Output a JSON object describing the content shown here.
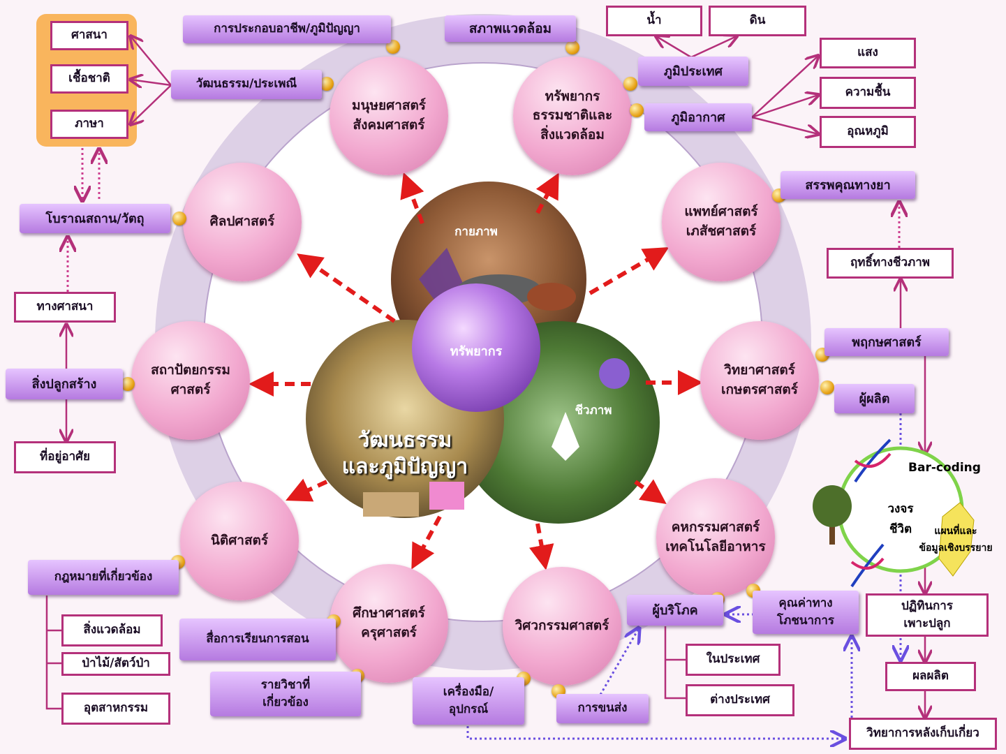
{
  "center": {
    "core": "ทรัพยากร",
    "physical": "กายภาพ",
    "biological": "ชีวภาพ",
    "culture": "วัฒนธรรม\nและภูมิปัญญา"
  },
  "disciplines": {
    "humanities": "มนุษยศาสตร์\nสังคมศาสตร์",
    "natural_resources": "ทรัพยากร\nธรรมชาติและ\nสิ่งแวดล้อม",
    "medicine": "แพทย์ศาสตร์\nเภสัชศาสตร์",
    "agriculture": "วิทยาศาสตร์\nเกษตรศาสตร์",
    "home_economics": "คหกรรมศาสตร์\nเทคโนโลยีอาหาร",
    "engineering": "วิศวกรรมศาสตร์",
    "education": "ศึกษาศาสตร์\nครุศาสตร์",
    "law": "นิติศาสตร์",
    "architecture": "สถาปัตยกรรม\nศาสตร์",
    "fine_arts": "ศิลปศาสตร์"
  },
  "top": {
    "occupation": "การประกอบอาชีพ/ภูมิปัญญา",
    "environment": "สภาพแวดล้อม"
  },
  "culture_group": {
    "tradition": "วัฒนธรรม/ประเพณี",
    "religion": "ศาสนา",
    "ethnicity": "เชื้อชาติ",
    "language": "ภาษา"
  },
  "left_side": {
    "archaeology": "โบราณสถาน/วัตถุ",
    "religious": "ทางศาสนา",
    "construction": "สิ่งปลูกสร้าง",
    "residence": "ที่อยู่อาศัย"
  },
  "geography": {
    "geography": "ภูมิประเทศ",
    "water": "น้ำ",
    "soil": "ดิน",
    "climate": "ภูมิอากาศ",
    "light": "แสง",
    "humidity": "ความชื้น",
    "temperature": "อุณหภูมิ"
  },
  "right_side": {
    "medicinal": "สรรพคุณทางยา",
    "bioactivity": "ฤทธิ์ทางชีวภาพ",
    "botany": "พฤกษศาสตร์",
    "producer": "ผู้ผลิต",
    "barcoding": "Bar-coding",
    "life_cycle": "วงจร\nชีวิต",
    "map": "แผนที่และ\nข้อมูลเชิงบรรยาย",
    "calendar": "ปฏิทินการ\nเพาะปลูก",
    "product": "ผลผลิต",
    "postharvest": "วิทยาการหลังเก็บเกี่ยว"
  },
  "bottom_right": {
    "nutrition": "คุณค่าทาง\nโภชนาการ",
    "consumer": "ผู้บริโภค",
    "domestic": "ในประเทศ",
    "foreign": "ต่างประเทศ",
    "transport": "การขนส่ง",
    "tools": "เครื่องมือ/\nอุปกรณ์"
  },
  "bottom_left": {
    "related_law": "กฎหมายที่เกี่ยวข้อง",
    "law_env": "สิ่งแวดล้อม",
    "law_forest": "ป่าไม้/สัตว์ป่า",
    "law_industry": "อุตสาหกรรม",
    "teaching_media": "สื่อการเรียนการสอน",
    "courses": "รายวิชาที่\nเกี่ยวข้อง"
  }
}
